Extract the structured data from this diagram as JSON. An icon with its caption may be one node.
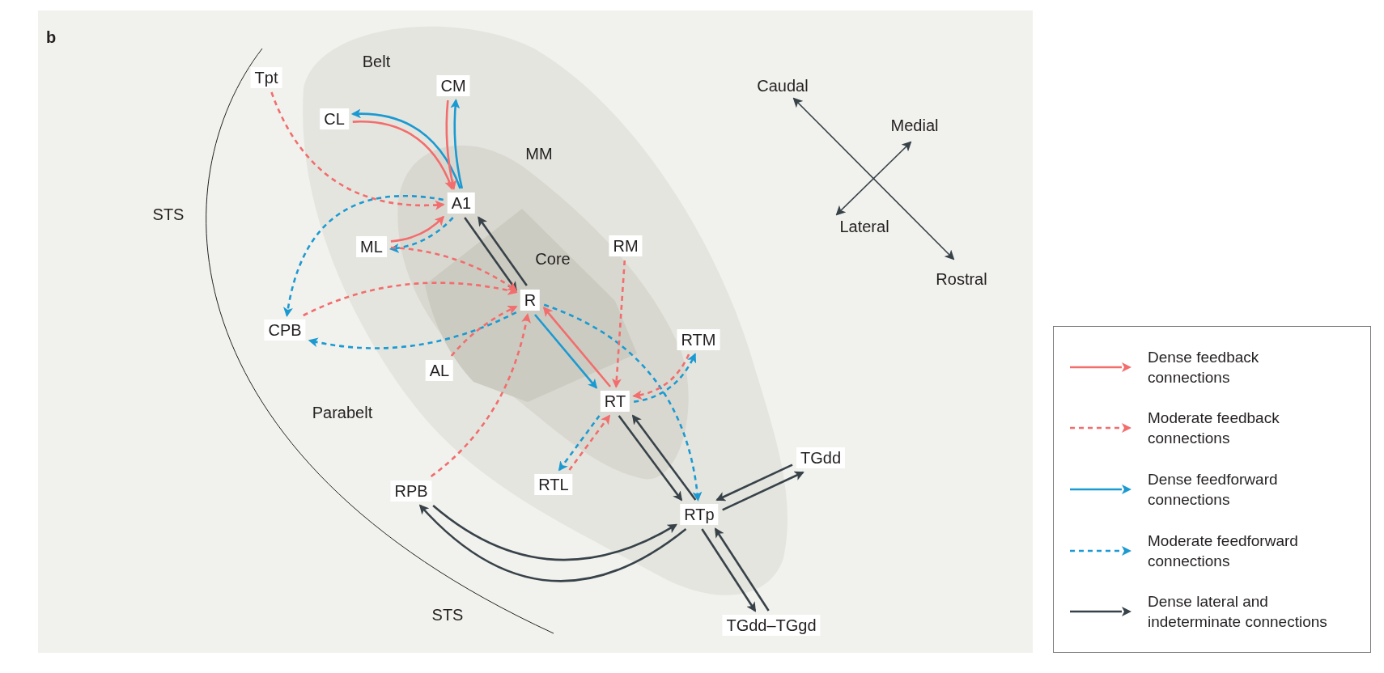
{
  "diagram": {
    "nodes": [
      {
        "text": [
          "Tpt"
        ]
      },
      {
        "text": [
          "CL"
        ]
      },
      {
        "text": [
          "CM"
        ]
      },
      {
        "text": [
          "A1"
        ]
      },
      {
        "text": [
          "ML"
        ]
      },
      {
        "text": [
          "R"
        ]
      },
      {
        "text": [
          "CPB"
        ]
      },
      {
        "text": [
          "AL"
        ]
      },
      {
        "text": [
          "RM"
        ]
      },
      {
        "text": [
          "RTM"
        ]
      },
      {
        "text": [
          "RT"
        ]
      },
      {
        "text": [
          "RTL"
        ]
      },
      {
        "text": [
          "RPB"
        ]
      },
      {
        "text": [
          "RTp"
        ]
      },
      {
        "text": [
          "TGdd"
        ]
      },
      {
        "text": [
          "TGdd–TGgd"
        ]
      }
    ],
    "edges": [
      {
        "from": 0,
        "to": 3,
        "arrow": "to",
        "style": "dashed",
        "color": "#f26d6d"
      },
      {
        "from": 1,
        "to": 3,
        "arrow": "to",
        "color": "#f26d6d"
      },
      {
        "from": 3,
        "to": 1,
        "arrow": "to",
        "color": "#1b9ad2"
      },
      {
        "from": 2,
        "to": 3,
        "arrow": "to",
        "color": "#f26d6d"
      },
      {
        "from": 3,
        "to": 2,
        "arrow": "to",
        "color": "#1b9ad2"
      },
      {
        "from": 4,
        "to": 3,
        "arrow": "to",
        "color": "#f26d6d"
      },
      {
        "from": 3,
        "to": 4,
        "arrow": "to",
        "style": "dashed",
        "color": "#1b9ad2"
      },
      {
        "from": 3,
        "to": 6,
        "arrow": "to",
        "style": "dashed",
        "color": "#1b9ad2"
      },
      {
        "from": 3,
        "to": 5,
        "arrow": "to",
        "color": "#374249"
      },
      {
        "from": 5,
        "to": 3,
        "arrow": "to",
        "color": "#374249"
      },
      {
        "from": 4,
        "to": 5,
        "arrow": "to",
        "style": "dashed",
        "color": "#f26d6d"
      },
      {
        "from": 6,
        "to": 5,
        "arrow": "to",
        "style": "dashed",
        "color": "#f26d6d"
      },
      {
        "from": 5,
        "to": 6,
        "arrow": "to",
        "style": "dashed",
        "color": "#1b9ad2"
      },
      {
        "from": 7,
        "to": 5,
        "arrow": "to",
        "style": "dashed",
        "color": "#f26d6d"
      },
      {
        "from": 12,
        "to": 5,
        "arrow": "to",
        "style": "dashed",
        "color": "#f26d6d"
      },
      {
        "from": 5,
        "to": 10,
        "arrow": "to",
        "color": "#1b9ad2"
      },
      {
        "from": 10,
        "to": 5,
        "arrow": "to",
        "color": "#f26d6d"
      },
      {
        "from": 5,
        "to": 13,
        "arrow": "to",
        "style": "dashed",
        "color": "#1b9ad2"
      },
      {
        "from": 8,
        "to": 10,
        "arrow": "to",
        "style": "dashed",
        "color": "#f26d6d"
      },
      {
        "from": 9,
        "to": 10,
        "arrow": "to",
        "style": "dashed",
        "color": "#f26d6d"
      },
      {
        "from": 10,
        "to": 9,
        "arrow": "to",
        "style": "dashed",
        "color": "#1b9ad2"
      },
      {
        "from": 10,
        "to": 11,
        "arrow": "to",
        "style": "dashed",
        "color": "#1b9ad2"
      },
      {
        "from": 11,
        "to": 10,
        "arrow": "to",
        "style": "dashed",
        "color": "#f26d6d"
      },
      {
        "from": 10,
        "to": 13,
        "arrow": "to",
        "color": "#374249"
      },
      {
        "from": 13,
        "to": 10,
        "arrow": "to",
        "color": "#374249"
      },
      {
        "from": 13,
        "to": 12,
        "arrow": "to",
        "color": "#374249"
      },
      {
        "from": 12,
        "to": 13,
        "arrow": "to",
        "color": "#374249"
      },
      {
        "from": 14,
        "to": 13,
        "arrow": "to",
        "color": "#374249"
      },
      {
        "from": 13,
        "to": 14,
        "arrow": "to",
        "color": "#374249"
      },
      {
        "from": 13,
        "to": 15,
        "arrow": "to",
        "color": "#374249"
      },
      {
        "from": 15,
        "to": 13,
        "arrow": "to",
        "color": "#374249"
      }
    ],
    "labels": [
      "b",
      "Belt",
      "MM",
      "Core",
      "Parabelt",
      "STS",
      "STS",
      "Caudal",
      "Medial",
      "Lateral",
      "Rostral"
    ],
    "legend": [
      {
        "text": "Dense feedback connections"
      },
      {
        "text": "Moderate feedback connections"
      },
      {
        "text": "Dense feedforward connections"
      },
      {
        "text": "Moderate feedforward connections"
      },
      {
        "text": "Dense lateral and indeterminate connections"
      }
    ]
  }
}
